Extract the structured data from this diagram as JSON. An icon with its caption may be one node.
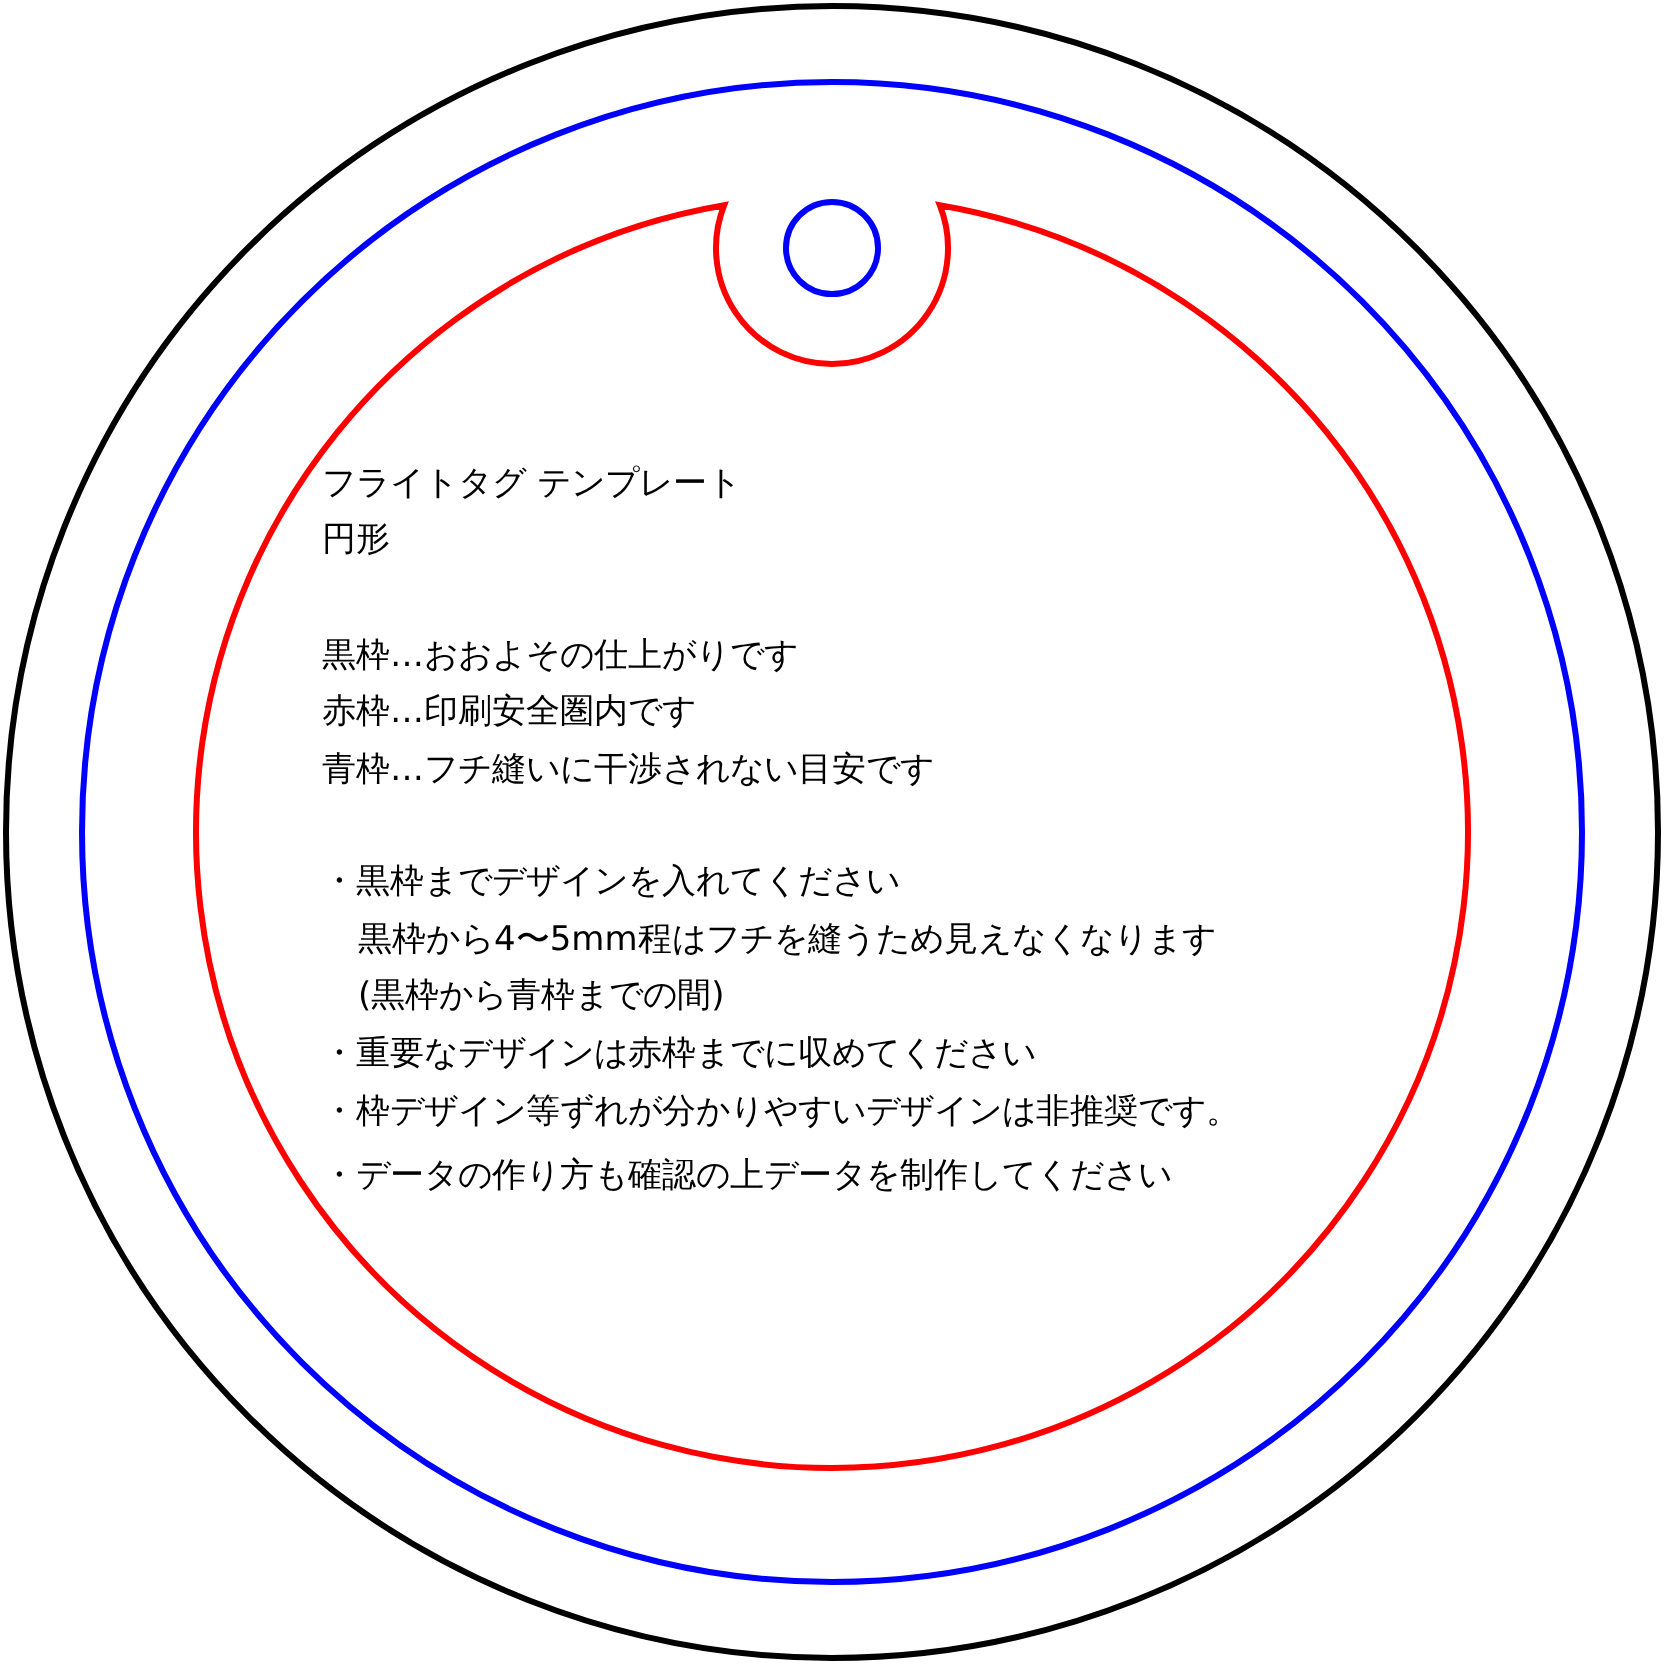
{
  "diagram": {
    "labels": [
      "フライトタグ テンプレート",
      "円形",
      "黒枠…おおよその仕上がりです",
      "赤枠…印刷安全圏内です",
      "青枠…フチ縫いに干渉されない目安です",
      "・黒枠までデザインを入れてください",
      "黒枠から4〜5mm程はフチを縫うため見えなくなります",
      "(黒枠から青枠までの間)",
      "・重要なデザインは赤枠までに収めてください",
      "・枠デザイン等ずれが分かりやすいデザインは非推奨です。",
      "・データの作り方も確認の上データを制作してください"
    ]
  }
}
